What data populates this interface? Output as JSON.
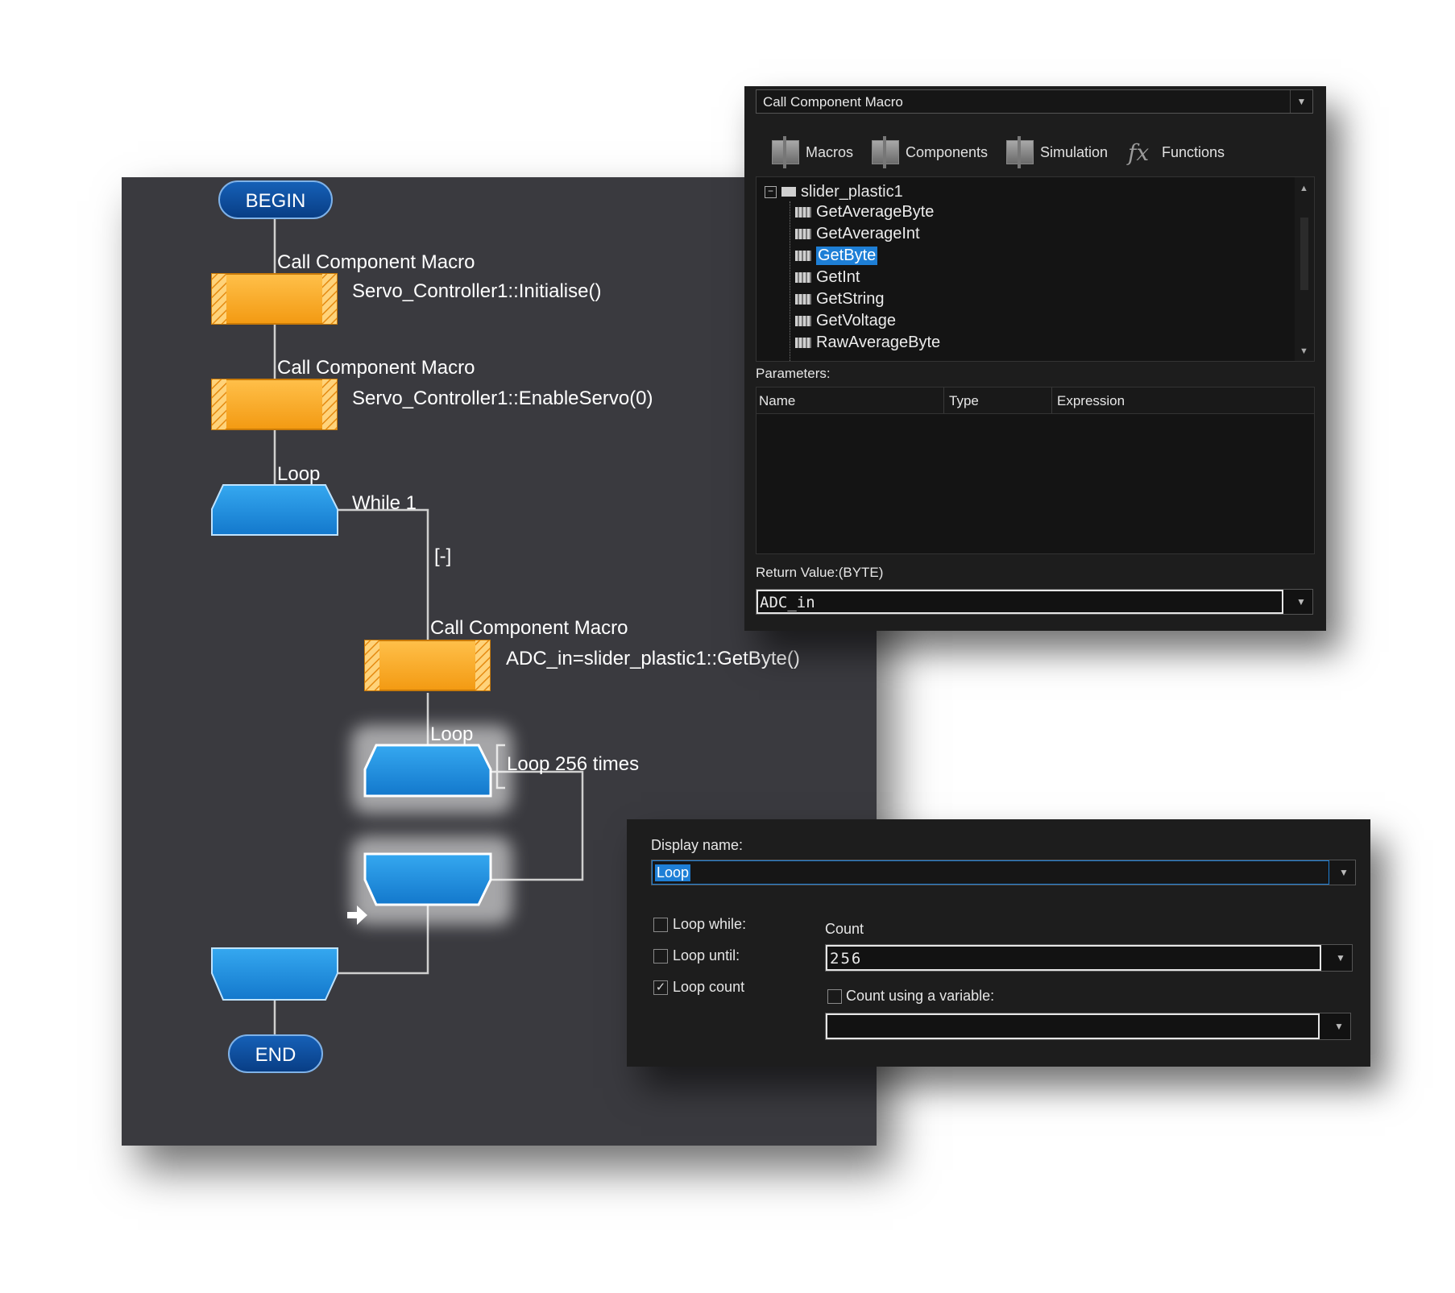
{
  "flowchart": {
    "begin_label": "BEGIN",
    "end_label": "END",
    "macro1": {
      "type_label": "Call Component Macro",
      "detail": "Servo_Controller1::Initialise()"
    },
    "macro2": {
      "type_label": "Call Component Macro",
      "detail": "Servo_Controller1::EnableServo(0)"
    },
    "loop1": {
      "type_label": "Loop",
      "condition": "While 1",
      "collapse_toggle": "[-]"
    },
    "macro3": {
      "type_label": "Call Component Macro",
      "detail": "ADC_in=slider_plastic1::GetByte()"
    },
    "loop2": {
      "type_label": "Loop",
      "condition": "Loop 256 times"
    },
    "colors": {
      "macro_fill": "#f6a623",
      "loop_fill": "#1a8ee0",
      "terminal_fill": "#0b4d9c"
    }
  },
  "macro_dialog": {
    "command_dropdown": "Call Component Macro",
    "tabs": [
      {
        "label": "Macros",
        "icon": "component-icon"
      },
      {
        "label": "Components",
        "icon": "component-icon"
      },
      {
        "label": "Simulation",
        "icon": "component-icon"
      },
      {
        "label": "Functions",
        "icon": "fx-icon"
      }
    ],
    "tree_root": "slider_plastic1",
    "tree_items": [
      "GetAverageByte",
      "GetAverageInt",
      "GetByte",
      "GetInt",
      "GetString",
      "GetVoltage",
      "RawAverageByte"
    ],
    "selected_item": "GetByte",
    "parameters_label": "Parameters:",
    "param_columns": [
      "Name",
      "Type",
      "Expression"
    ],
    "return_label": "Return Value:(BYTE)",
    "return_value": "ADC_in"
  },
  "loop_dialog": {
    "display_name_label": "Display name:",
    "display_name_value": "Loop",
    "loop_while_label": "Loop while:",
    "loop_until_label": "Loop until:",
    "loop_count_label": "Loop count",
    "loop_while_checked": false,
    "loop_until_checked": false,
    "loop_count_checked": true,
    "count_label": "Count",
    "count_value": "256",
    "count_var_label": "Count using a variable:",
    "count_var_checked": false,
    "count_var_value": ""
  }
}
